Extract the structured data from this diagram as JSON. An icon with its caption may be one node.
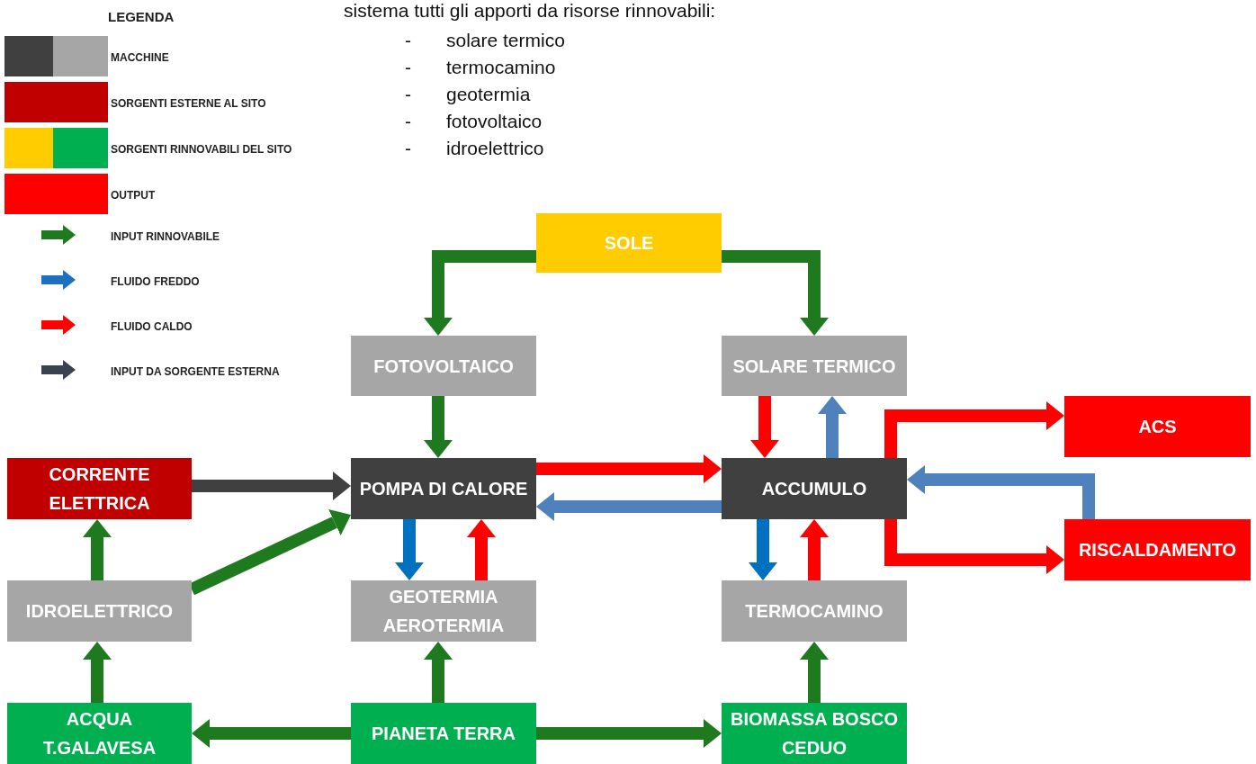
{
  "diagram": {
    "nodes": [
      {
        "text": [
          "SOLE"
        ]
      },
      {
        "text": [
          "FOTOVOLTAICO"
        ]
      },
      {
        "text": [
          "SOLARE TERMICO"
        ]
      },
      {
        "text": [
          "ACS"
        ]
      },
      {
        "text": [
          "CORRENTE ELETTRICA"
        ]
      },
      {
        "text": [
          "POMPA DI CALORE"
        ]
      },
      {
        "text": [
          "ACCUMULO"
        ]
      },
      {
        "text": [
          "RISCALDAMENTO"
        ]
      },
      {
        "text": [
          "IDROELETTRICO"
        ]
      },
      {
        "text": [
          "GEOTERMIA AEROTERMIA"
        ]
      },
      {
        "text": [
          "TERMOCAMINO"
        ]
      },
      {
        "text": [
          "ACQUA T.GALAVESA"
        ]
      },
      {
        "text": [
          "PIANETA TERRA"
        ]
      },
      {
        "text": [
          "BIOMASSA BOSCO CEDUO"
        ]
      }
    ],
    "edges": [
      {
        "from": 0,
        "to": 1,
        "arrow": "to"
      },
      {
        "from": 0,
        "to": 2,
        "arrow": "to"
      },
      {
        "from": 1,
        "to": 5,
        "arrow": "to"
      },
      {
        "from": 2,
        "to": 6,
        "arrow": "to",
        "color": "#ff0000"
      },
      {
        "from": 6,
        "to": 2,
        "arrow": "to",
        "color": "#4f81bd"
      },
      {
        "from": 6,
        "to": 3,
        "arrow": "to",
        "color": "#ff0000"
      },
      {
        "from": 7,
        "to": 6,
        "arrow": "to",
        "color": "#4f81bd"
      },
      {
        "from": 6,
        "to": 7,
        "arrow": "to",
        "color": "#ff0000"
      },
      {
        "from": 4,
        "to": 5,
        "arrow": "to",
        "color": "#404040"
      },
      {
        "from": 5,
        "to": 6,
        "arrow": "to",
        "color": "#ff0000"
      },
      {
        "from": 6,
        "to": 5,
        "arrow": "to",
        "color": "#4f81bd"
      },
      {
        "from": 8,
        "to": 4,
        "arrow": "to"
      },
      {
        "from": 8,
        "to": 5,
        "arrow": "to"
      },
      {
        "from": 5,
        "to": 9,
        "arrow": "to",
        "color": "#0070c0"
      },
      {
        "from": 9,
        "to": 5,
        "arrow": "to",
        "color": "#ff0000"
      },
      {
        "from": 10,
        "to": 6,
        "arrow": "to",
        "color": "#ff0000"
      },
      {
        "from": 6,
        "to": 10,
        "arrow": "to",
        "color": "#0070c0"
      },
      {
        "from": 11,
        "to": 8,
        "arrow": "to"
      },
      {
        "from": 12,
        "to": 11,
        "arrow": "to"
      },
      {
        "from": 12,
        "to": 9,
        "arrow": "to"
      },
      {
        "from": 12,
        "to": 13,
        "arrow": "to"
      },
      {
        "from": 13,
        "to": 10,
        "arrow": "to"
      }
    ],
    "labels": [
      "LEGENDA",
      "sistema tutti gli apporti da risorse rinnovabili:",
      "-",
      "solare termico",
      "-",
      "termocamino",
      "-",
      "geotermia",
      "-",
      "fotovoltaico",
      "-",
      "idroelettrico"
    ],
    "legend": [
      {
        "text": "MACCHINE",
        "color": "#404040"
      },
      {
        "text": "SORGENTI ESTERNE AL SITO",
        "color": "#c00000"
      },
      {
        "text": "SORGENTI RINNOVABILI DEL SITO",
        "color": "#ffcc00"
      },
      {
        "text": "OUTPUT",
        "color": "#ff0000"
      },
      {
        "text": "INPUT RINNOVABILE"
      },
      {
        "text": "FLUIDO FREDDO"
      },
      {
        "text": "FLUIDO CALDO"
      },
      {
        "text": "INPUT DA SORGENTE ESTERNA"
      }
    ]
  }
}
